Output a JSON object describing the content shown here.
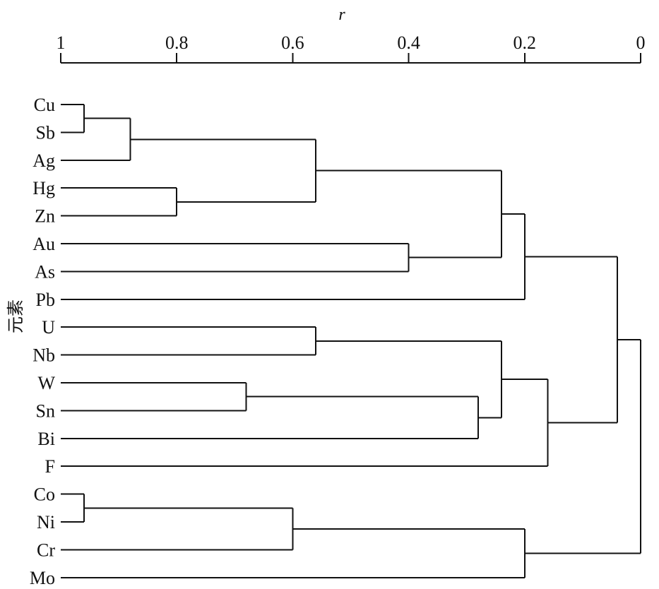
{
  "chart_data": {
    "type": "dendrogram",
    "xlabel": "r",
    "ylabel": "元素",
    "xlim": [
      1,
      0
    ],
    "ticks": [
      1,
      0.8,
      0.6,
      0.4,
      0.2,
      0
    ],
    "tick_labels": [
      "1",
      "0.8",
      "0.6",
      "0.4",
      "0.2",
      "0"
    ],
    "leaves": [
      "Cu",
      "Sb",
      "Ag",
      "Hg",
      "Zn",
      "Au",
      "As",
      "Pb",
      "U",
      "Nb",
      "W",
      "Sn",
      "Bi",
      "F",
      "Co",
      "Ni",
      "Cr",
      "Mo"
    ],
    "merges": [
      {
        "members": [
          "Cu",
          "Sb"
        ],
        "r": 0.96
      },
      {
        "members": [
          "Co",
          "Ni"
        ],
        "r": 0.96
      },
      {
        "members": [
          "Cu",
          "Sb",
          "Ag"
        ],
        "r": 0.88
      },
      {
        "members": [
          "Hg",
          "Zn"
        ],
        "r": 0.8
      },
      {
        "members": [
          "W",
          "Sn"
        ],
        "r": 0.68
      },
      {
        "members": [
          "Co",
          "Ni",
          "Cr"
        ],
        "r": 0.6
      },
      {
        "members": [
          "Cu",
          "Sb",
          "Ag",
          "Hg",
          "Zn"
        ],
        "r": 0.56
      },
      {
        "members": [
          "U",
          "Nb"
        ],
        "r": 0.56
      },
      {
        "members": [
          "Au",
          "As"
        ],
        "r": 0.4
      },
      {
        "members": [
          "W",
          "Sn",
          "Bi"
        ],
        "r": 0.28
      },
      {
        "members": [
          "Cu",
          "Sb",
          "Ag",
          "Hg",
          "Zn",
          "Au",
          "As"
        ],
        "r": 0.24
      },
      {
        "members": [
          "U",
          "Nb",
          "W",
          "Sn",
          "Bi"
        ],
        "r": 0.24
      },
      {
        "members": [
          "Cu",
          "Sb",
          "Ag",
          "Hg",
          "Zn",
          "Au",
          "As",
          "Pb"
        ],
        "r": 0.2
      },
      {
        "members": [
          "Co",
          "Ni",
          "Cr",
          "Mo"
        ],
        "r": 0.2
      },
      {
        "members": [
          "U",
          "Nb",
          "W",
          "Sn",
          "Bi",
          "F"
        ],
        "r": 0.16
      },
      {
        "members": [
          "Cu",
          "Sb",
          "Ag",
          "Hg",
          "Zn",
          "Au",
          "As",
          "Pb",
          "U",
          "Nb",
          "W",
          "Sn",
          "Bi",
          "F"
        ],
        "r": 0.04
      },
      {
        "members": [
          "Cu",
          "Sb",
          "Ag",
          "Hg",
          "Zn",
          "Au",
          "As",
          "Pb",
          "U",
          "Nb",
          "W",
          "Sn",
          "Bi",
          "F",
          "Co",
          "Ni",
          "Cr",
          "Mo"
        ],
        "r": 0.0
      }
    ]
  }
}
